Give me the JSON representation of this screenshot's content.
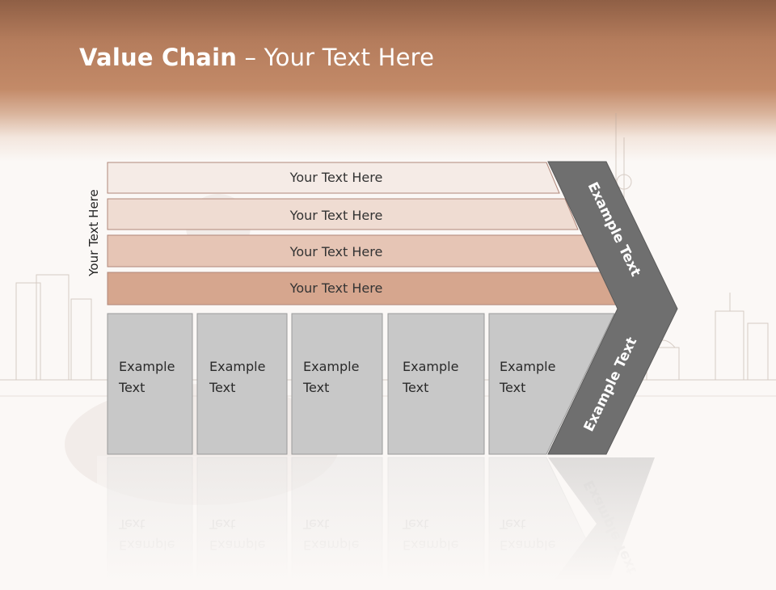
{
  "slide": {
    "title_bold": "Value Chain",
    "title_rest": " – Your Text Here",
    "side_label": "Your Text Here"
  },
  "bands": [
    {
      "label": "Your Text Here",
      "color": "#f5ebe6"
    },
    {
      "label": "Your Text Here",
      "color": "#efdcd2"
    },
    {
      "label": "Your Text Here",
      "color": "#e6c5b5"
    },
    {
      "label": "Your Text Here",
      "color": "#d6a68e"
    }
  ],
  "boxes": [
    {
      "line1": "Example",
      "line2": "Text"
    },
    {
      "line1": "Example",
      "line2": "Text"
    },
    {
      "line1": "Example",
      "line2": "Text"
    },
    {
      "line1": "Example",
      "line2": "Text"
    },
    {
      "line1": "Example",
      "line2": "Text"
    }
  ],
  "arrow": {
    "upper_label": "Example Text",
    "lower_label": "Example Text"
  },
  "colors": {
    "header_accent": "#c38a68",
    "box_fill": "#c8c8c8",
    "arrow_fill": "#6f6f6f"
  }
}
